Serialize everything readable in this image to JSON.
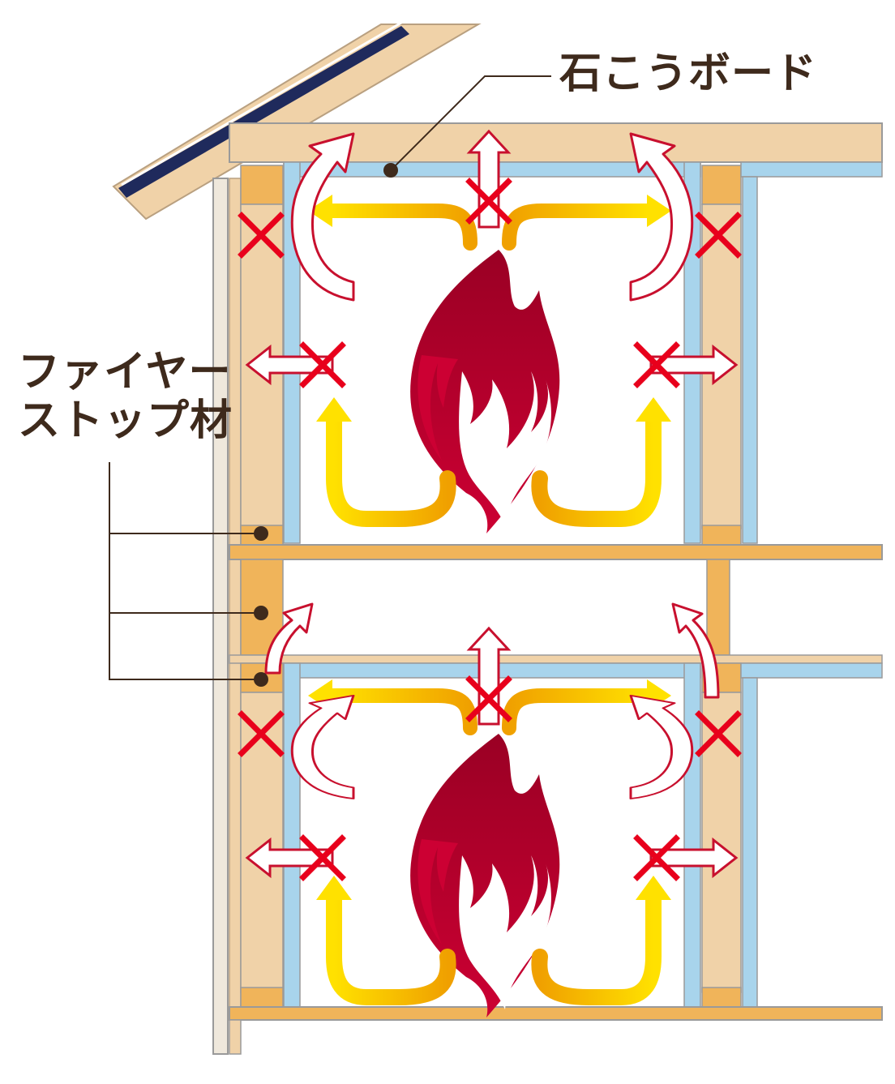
{
  "labels": {
    "gypsum_board": "石こうボード",
    "firestop_line1": "ファイヤー",
    "firestop_line2": "ストップ材"
  },
  "colors": {
    "wood": "#f0d2a8",
    "wood_stroke": "#b9a080",
    "firestop_wood": "#f0b45a",
    "gypsum": "#a8d4ec",
    "frame_gray": "#9a9a9a",
    "flame": "#b8002a",
    "blocked_arrow": "#c8102e",
    "cross": "#e8001c",
    "flow_yellow": "#ffe100",
    "flow_orange": "#f0a000",
    "leader": "#3e2a1c",
    "text": "#3e2a1c",
    "roof_panel": "#1f2a5c"
  },
  "icons": [
    "flame-icon",
    "cross-icon",
    "blocked-arrow-icon",
    "heat-flow-arrow-icon"
  ]
}
